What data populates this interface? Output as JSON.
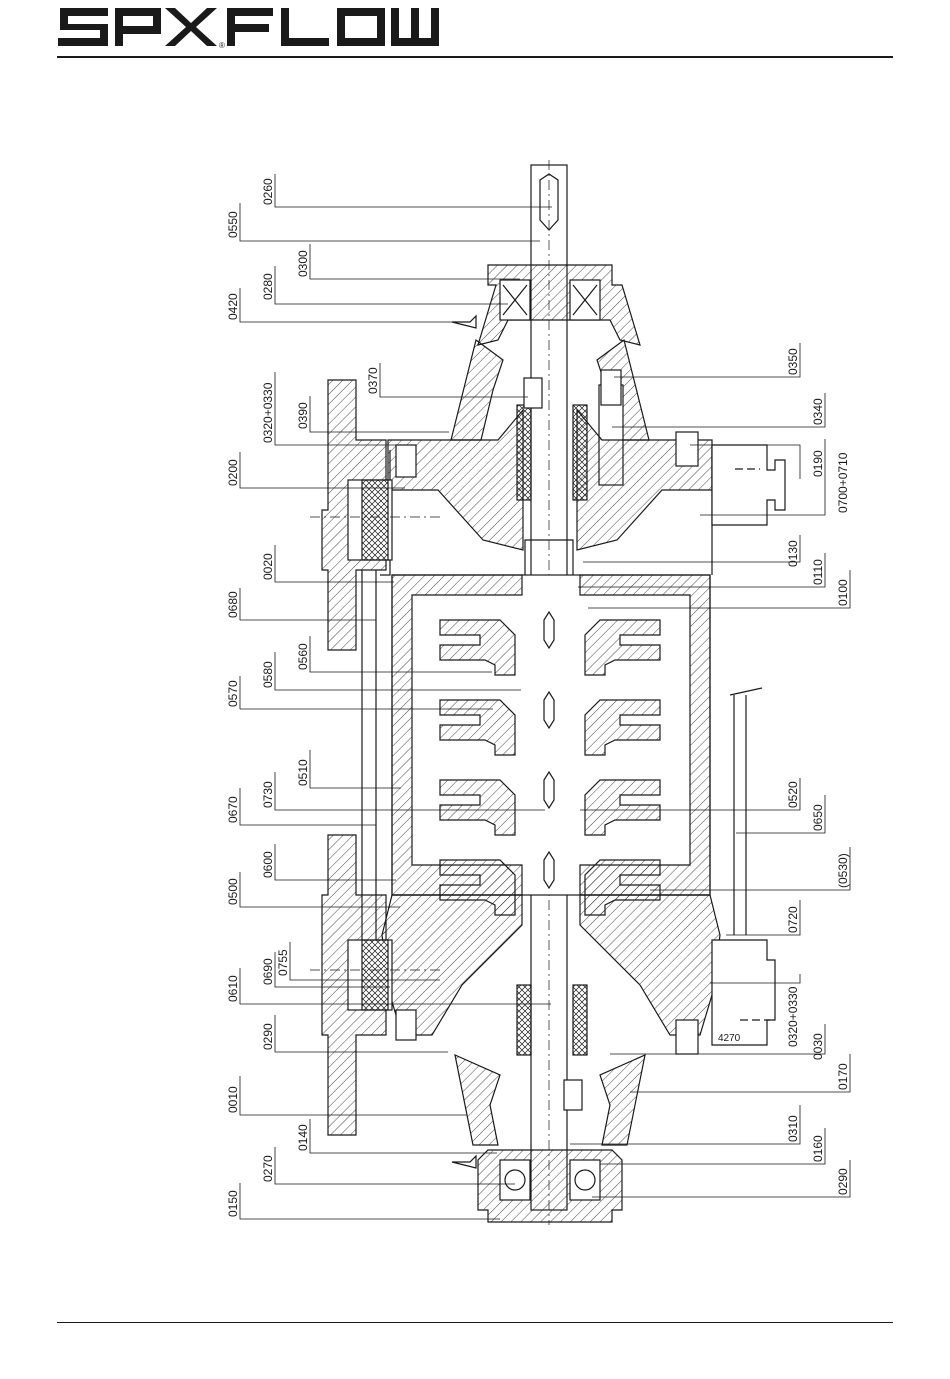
{
  "brand": {
    "name": "SPXFLOW",
    "mark": "®"
  },
  "parts": {
    "left": [
      "0260",
      "0550",
      "0300",
      "0280",
      "0420",
      "0370",
      "0320+0330",
      "0390",
      "0200",
      "0020",
      "0680",
      "0560",
      "0580",
      "0570",
      "0510",
      "0730",
      "0670",
      "0600",
      "0500",
      "0690",
      "0755",
      "0610",
      "0290",
      "0010",
      "0140",
      "0270",
      "0150"
    ],
    "right": [
      "0350",
      "0340",
      "0190",
      "0700+0710",
      "0130",
      "0110",
      "0100",
      "0520",
      "0650",
      "(0530)",
      "0720",
      "0320+0330",
      "0030",
      "0170",
      "0310",
      "0160",
      "0290"
    ],
    "inline": [
      "4270"
    ]
  }
}
